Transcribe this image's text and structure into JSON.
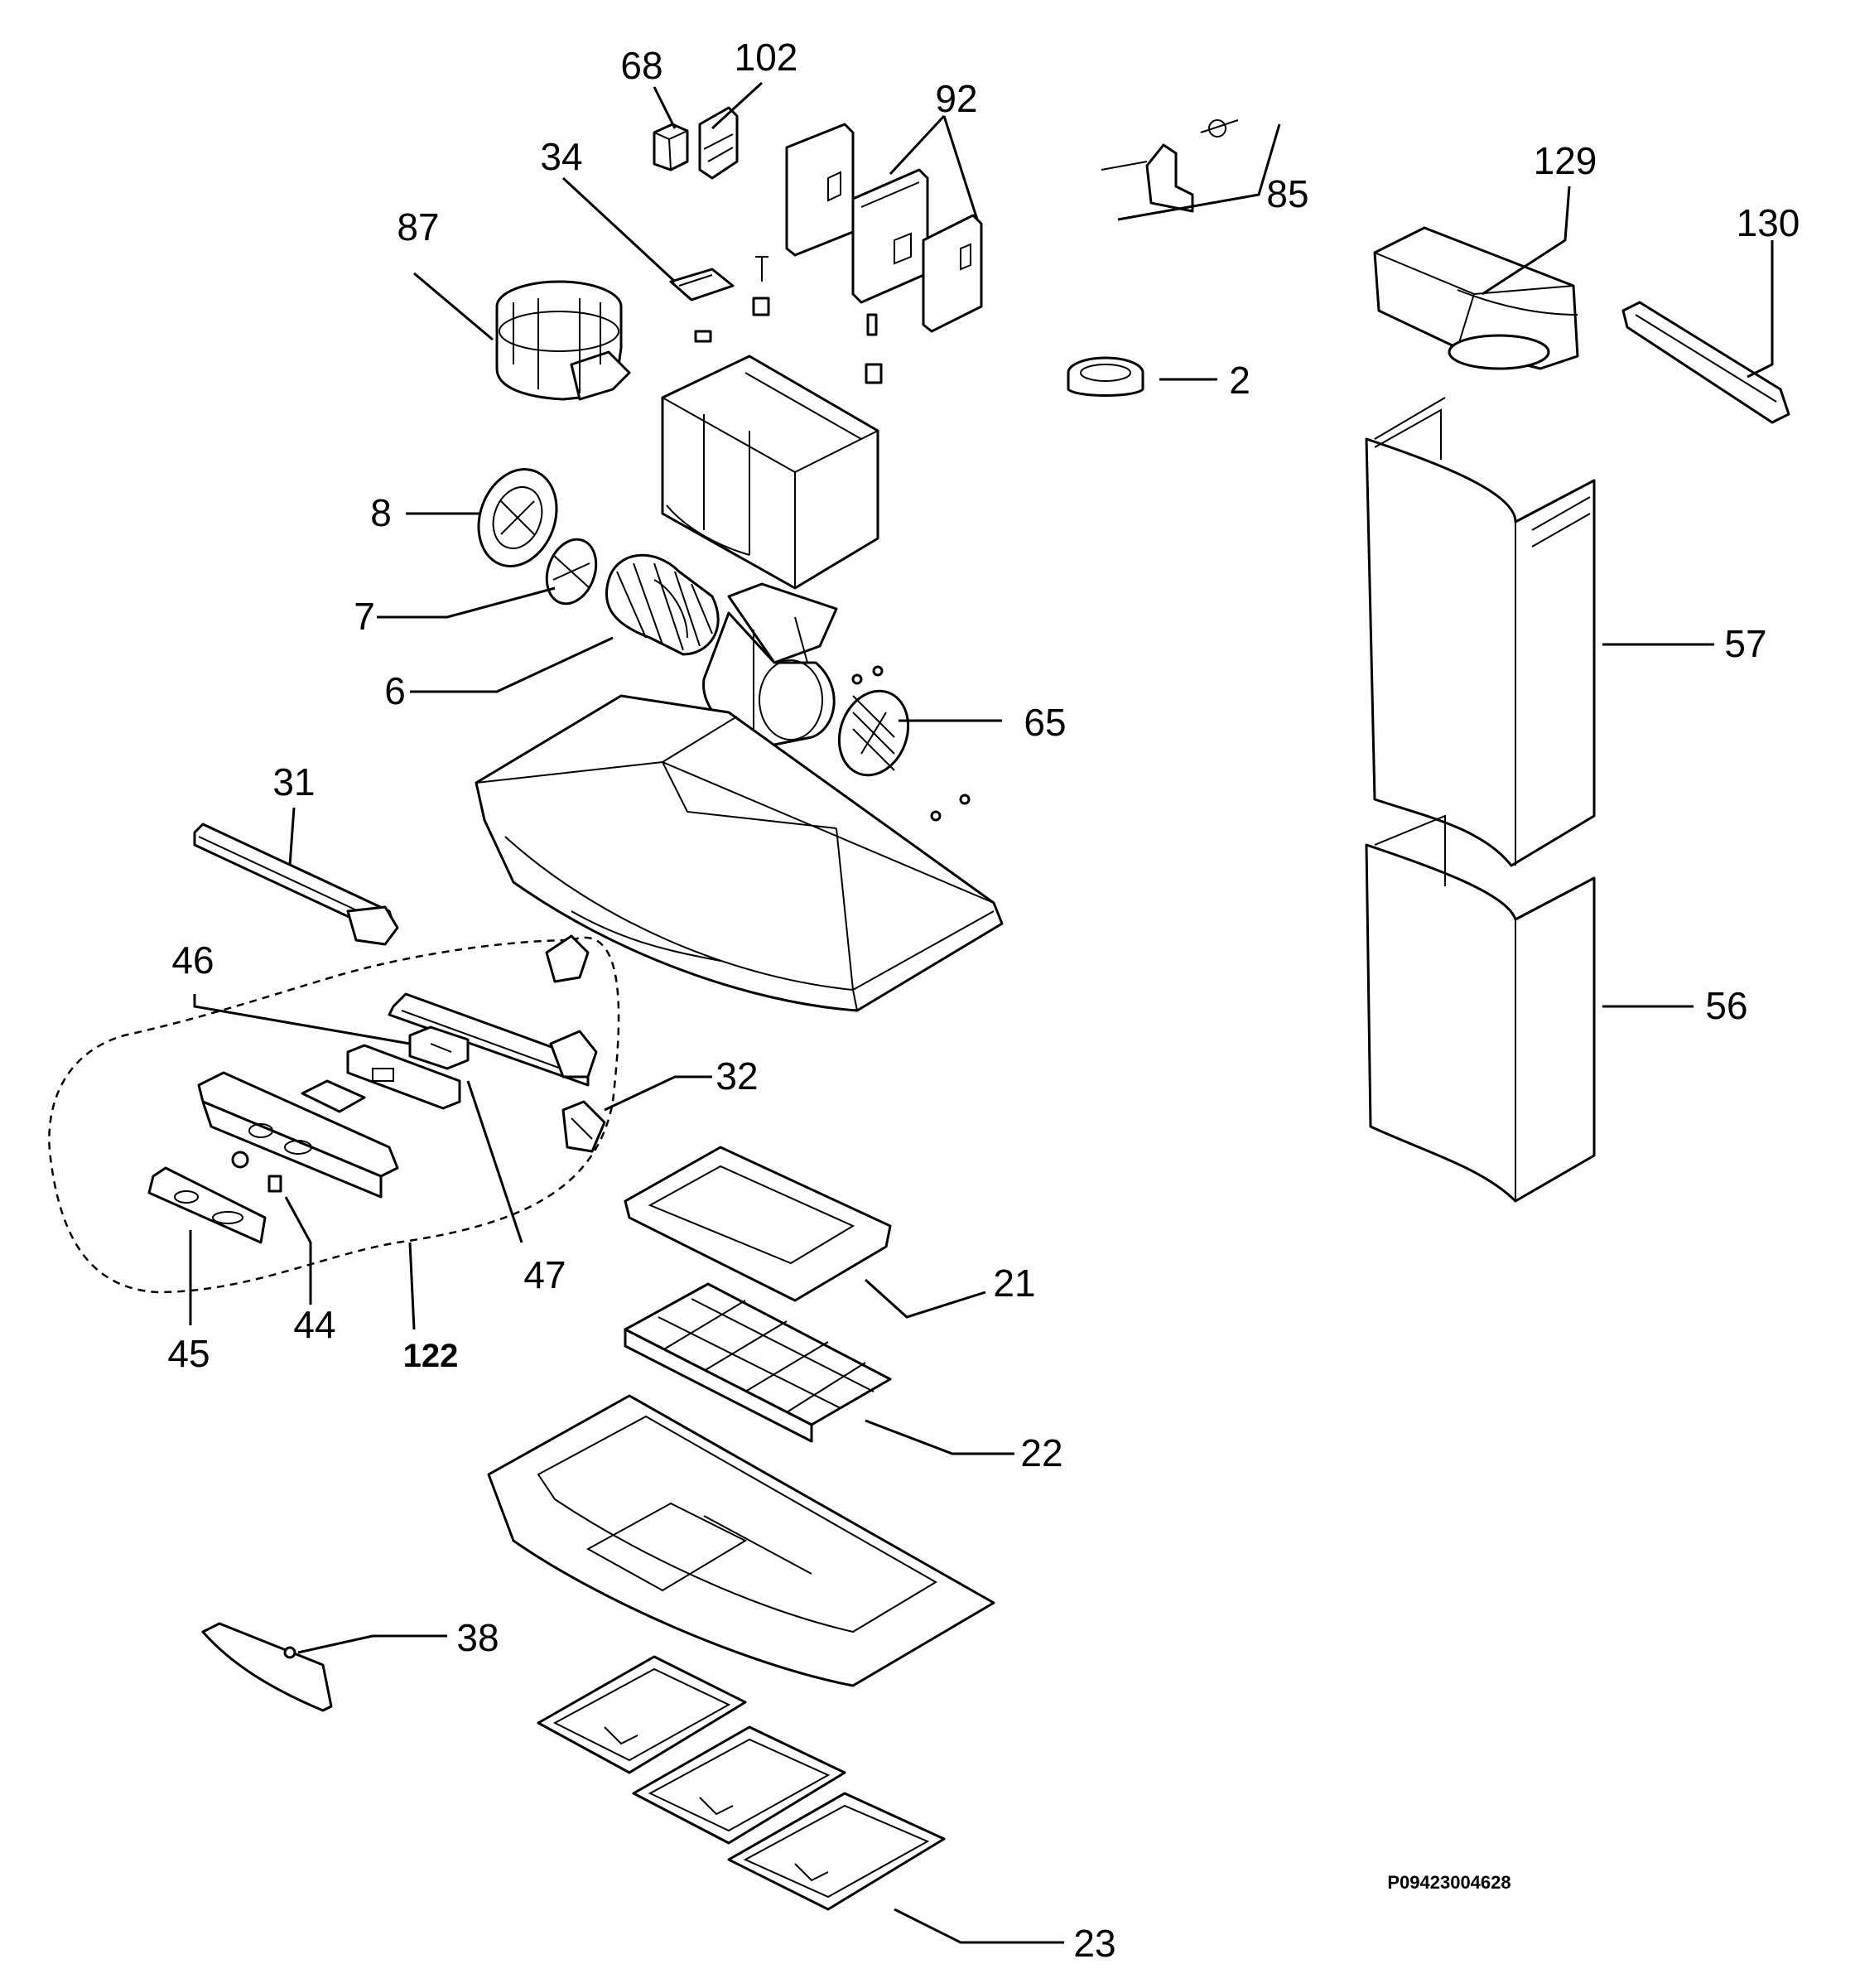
{
  "diagram": {
    "labels": {
      "p68": "68",
      "p102": "102",
      "p92": "92",
      "p34": "34",
      "p87": "87",
      "p85": "85",
      "p129": "129",
      "p130": "130",
      "p2": "2",
      "p8": "8",
      "p7": "7",
      "p6": "6",
      "p65": "65",
      "p57": "57",
      "p31": "31",
      "p46": "46",
      "p32": "32",
      "p56": "56",
      "p47": "47",
      "p21": "21",
      "p44": "44",
      "p45": "45",
      "p122": "122",
      "p22": "22",
      "p38": "38",
      "p23": "23"
    },
    "reference_code": "P09423004628"
  }
}
